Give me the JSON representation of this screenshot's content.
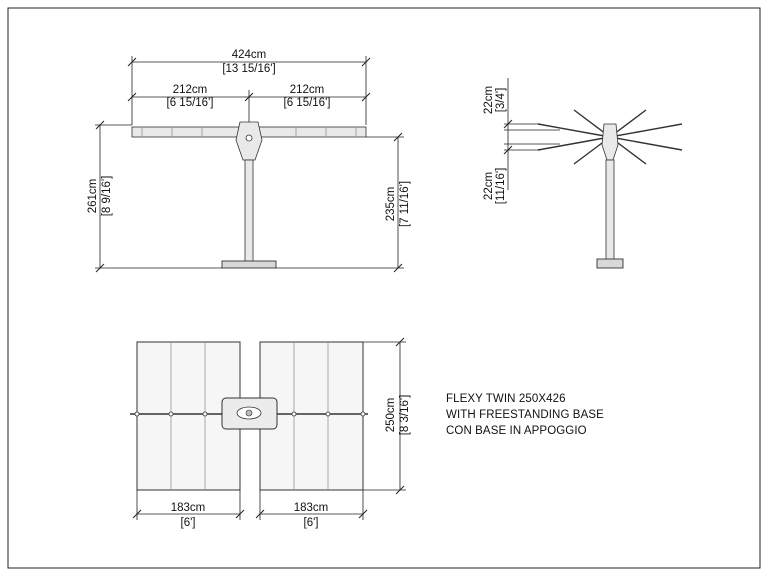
{
  "front_view": {
    "total_width": "424cm",
    "total_width_in": "[13 15/16']",
    "left_arm": "212cm",
    "left_arm_in": "[6 15/16']",
    "right_arm": "212cm",
    "right_arm_in": "[6 15/16']",
    "total_height": "261cm",
    "total_height_in": "[8 9/16']",
    "arm_height": "235cm",
    "arm_height_in": "[7 11/16']"
  },
  "side_view": {
    "upper_angle": "22cm",
    "upper_angle_in": "[3/4']",
    "lower_angle": "22cm",
    "lower_angle_in": "[11/16']"
  },
  "top_view": {
    "depth": "250cm",
    "depth_in": "[8 3/16']",
    "left_width": "183cm",
    "left_width_in": "[6']",
    "right_width": "183cm",
    "right_width_in": "[6']"
  },
  "caption": {
    "line1": "FLEXY TWIN 250X426",
    "line2": "WITH FREESTANDING BASE",
    "line3": "CON BASE IN APPOGGIO"
  }
}
